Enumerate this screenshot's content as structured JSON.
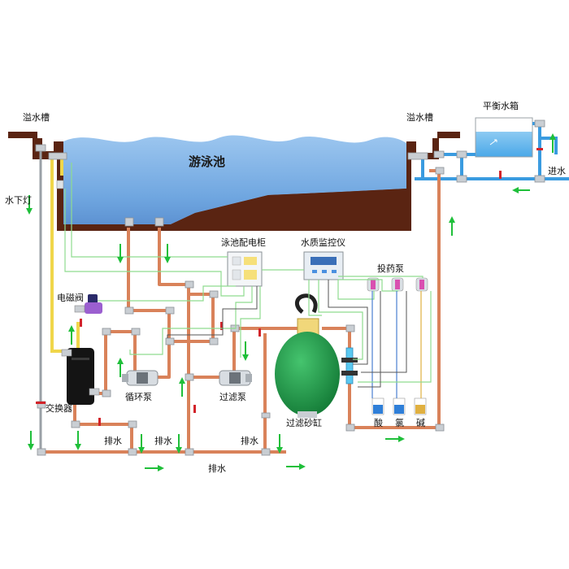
{
  "labels": {
    "overflow_left": "溢水槽",
    "overflow_right": "溢水槽",
    "balance_tank": "平衡水箱",
    "water_inlet": "进水",
    "underwater_light": "水下灯",
    "pool": "游泳池",
    "power_cabinet": "泳池配电柜",
    "water_monitor": "水质监控仪",
    "dosing_pump": "投药泵",
    "solenoid_valve": "电磁阀",
    "heat_exchanger": "交换器",
    "circulation_pump": "循环泵",
    "filter_pump": "过滤泵",
    "sand_filter": "过滤砂缸",
    "drain_1": "排水",
    "drain_2": "排水",
    "drain_3": "排水",
    "drain_main": "排水",
    "acid": "酸",
    "chlorine": "氯",
    "alkali": "碱"
  },
  "colors": {
    "pool_water": "#7fb2e6",
    "pool_wall": "#5a2412",
    "pipe_return": "#d9825a",
    "pipe_supply": "#3a9be0",
    "pipe_hot": "#f0d64a",
    "sand_filter": "#1f9a4a",
    "flow_arrow": "#1fbf3a",
    "valve": "#d2232a"
  }
}
